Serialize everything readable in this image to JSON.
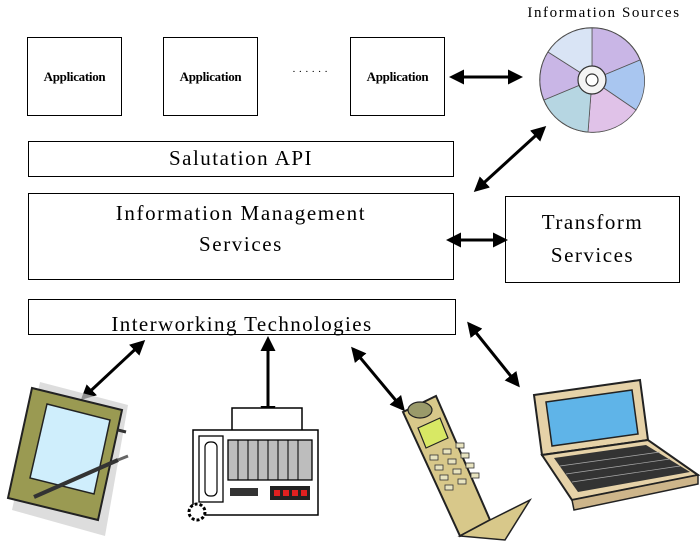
{
  "applications": [
    "Application",
    "Application",
    "Application"
  ],
  "ellipsis": "· · · · · ·",
  "info_sources_label": "Information Sources",
  "salutation_api": "Salutation API",
  "ims": {
    "line1": "Information Management",
    "line2": "Services"
  },
  "transform": {
    "line1": "Transform",
    "line2": "Services"
  },
  "interworking": "Interworking Technologies",
  "colors": {
    "pda_body": "#9a9a52",
    "pda_screen": "#cfeefc",
    "laptop_body": "#e6d2a8",
    "laptop_screen": "#5fb4e8",
    "phone_body": "#d8c88a",
    "phone_screen": "#d8e864",
    "fax_body": "#ffffff",
    "fax_buttons": "#e02020",
    "cd_colors": [
      "#c9b6e6",
      "#d9e4f5",
      "#a9c6f0",
      "#e0c2e8",
      "#b6d6e2"
    ]
  },
  "icons": [
    "cd-icon",
    "pda-icon",
    "fax-icon",
    "phone-icon",
    "laptop-icon"
  ]
}
